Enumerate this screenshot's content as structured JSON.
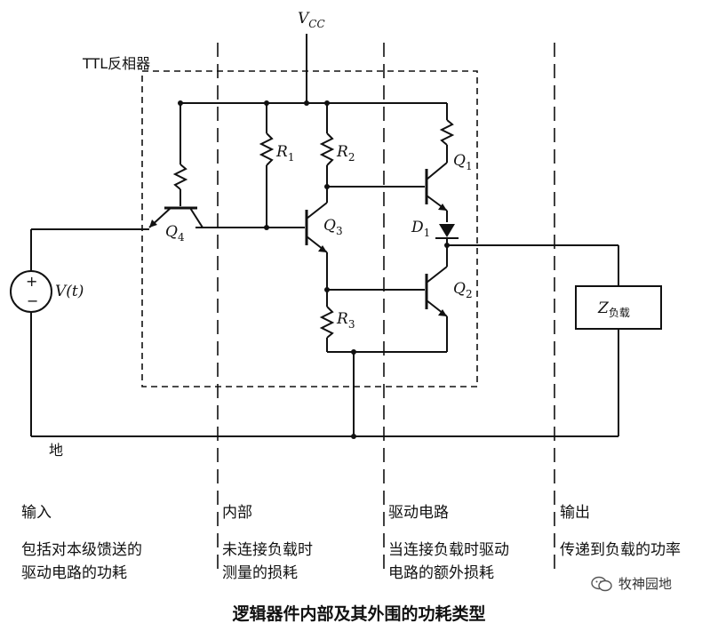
{
  "circuit": {
    "vcc": "V",
    "vcc_sub": "CC",
    "box_title": "TTL反相器",
    "source_label": "V(t)",
    "ground_label": "地",
    "load_label": "Z",
    "load_sub": "负载",
    "components": {
      "r1": {
        "name": "R",
        "sub": "1"
      },
      "r2": {
        "name": "R",
        "sub": "2"
      },
      "r3": {
        "name": "R",
        "sub": "3"
      },
      "q1": {
        "name": "Q",
        "sub": "1"
      },
      "q2": {
        "name": "Q",
        "sub": "2"
      },
      "q3": {
        "name": "Q",
        "sub": "3"
      },
      "q4": {
        "name": "Q",
        "sub": "4"
      },
      "d1": {
        "name": "D",
        "sub": "1"
      }
    }
  },
  "sections": [
    {
      "title": "输入",
      "desc_lines": [
        "包括对本级馈送的",
        "驱动电路的功耗"
      ]
    },
    {
      "title": "内部",
      "desc_lines": [
        "未连接负载时",
        "测量的损耗"
      ]
    },
    {
      "title": "驱动电路",
      "desc_lines": [
        "当连接负载时驱动",
        "电路的额外损耗"
      ]
    },
    {
      "title": "输出",
      "desc_lines": [
        "传递到负载的功率"
      ]
    }
  ],
  "caption": "逻辑器件内部及其外围的功耗类型",
  "watermark": {
    "text": "牧神园地",
    "icon": "wechat-icon"
  }
}
